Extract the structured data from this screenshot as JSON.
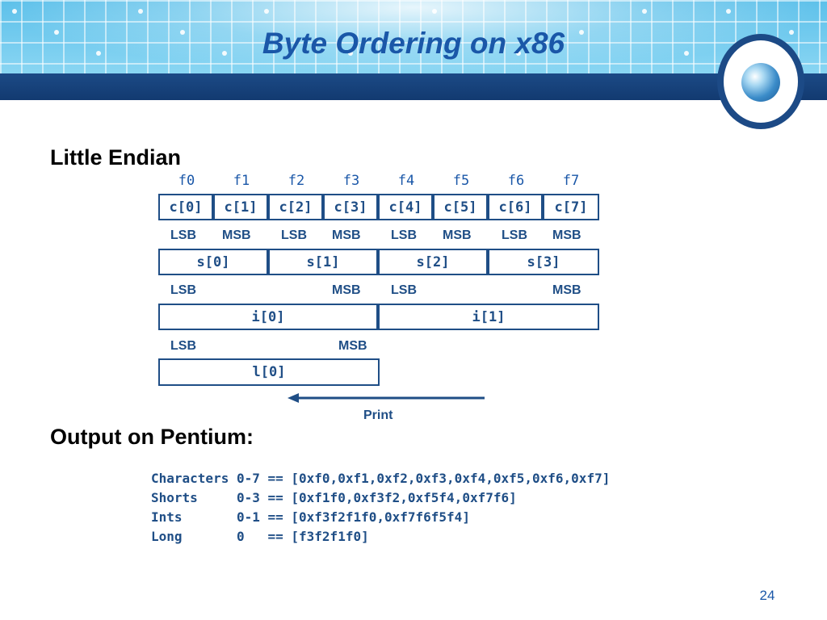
{
  "slide": {
    "title": "Byte Ordering on x86",
    "page_number": "24",
    "colors": {
      "accent": "#1f4e86",
      "title": "#1a57a8",
      "banner": "#6cc8ee"
    }
  },
  "little_endian": {
    "heading": "Little Endian",
    "addresses": [
      "f0",
      "f1",
      "f2",
      "f3",
      "f4",
      "f5",
      "f6",
      "f7"
    ],
    "chars": [
      "c[0]",
      "c[1]",
      "c[2]",
      "c[3]",
      "c[4]",
      "c[5]",
      "c[6]",
      "c[7]"
    ],
    "short_labels": [
      "LSB",
      "MSB",
      "LSB",
      "MSB",
      "LSB",
      "MSB",
      "LSB",
      "MSB"
    ],
    "shorts": [
      "s[0]",
      "s[1]",
      "s[2]",
      "s[3]"
    ],
    "int_labels": [
      "LSB",
      "MSB",
      "LSB",
      "MSB"
    ],
    "ints": [
      "i[0]",
      "i[1]"
    ],
    "long_labels": [
      "LSB",
      "MSB"
    ],
    "longs": [
      "l[0]"
    ],
    "print_label": "Print"
  },
  "output": {
    "heading": "Output on Pentium:",
    "lines": [
      "Characters 0-7 == [0xf0,0xf1,0xf2,0xf3,0xf4,0xf5,0xf6,0xf7]",
      "Shorts     0-3 == [0xf1f0,0xf3f2,0xf5f4,0xf7f6]",
      "Ints       0-1 == [0xf3f2f1f0,0xf7f6f5f4]",
      "Long       0   == [f3f2f1f0]"
    ]
  }
}
